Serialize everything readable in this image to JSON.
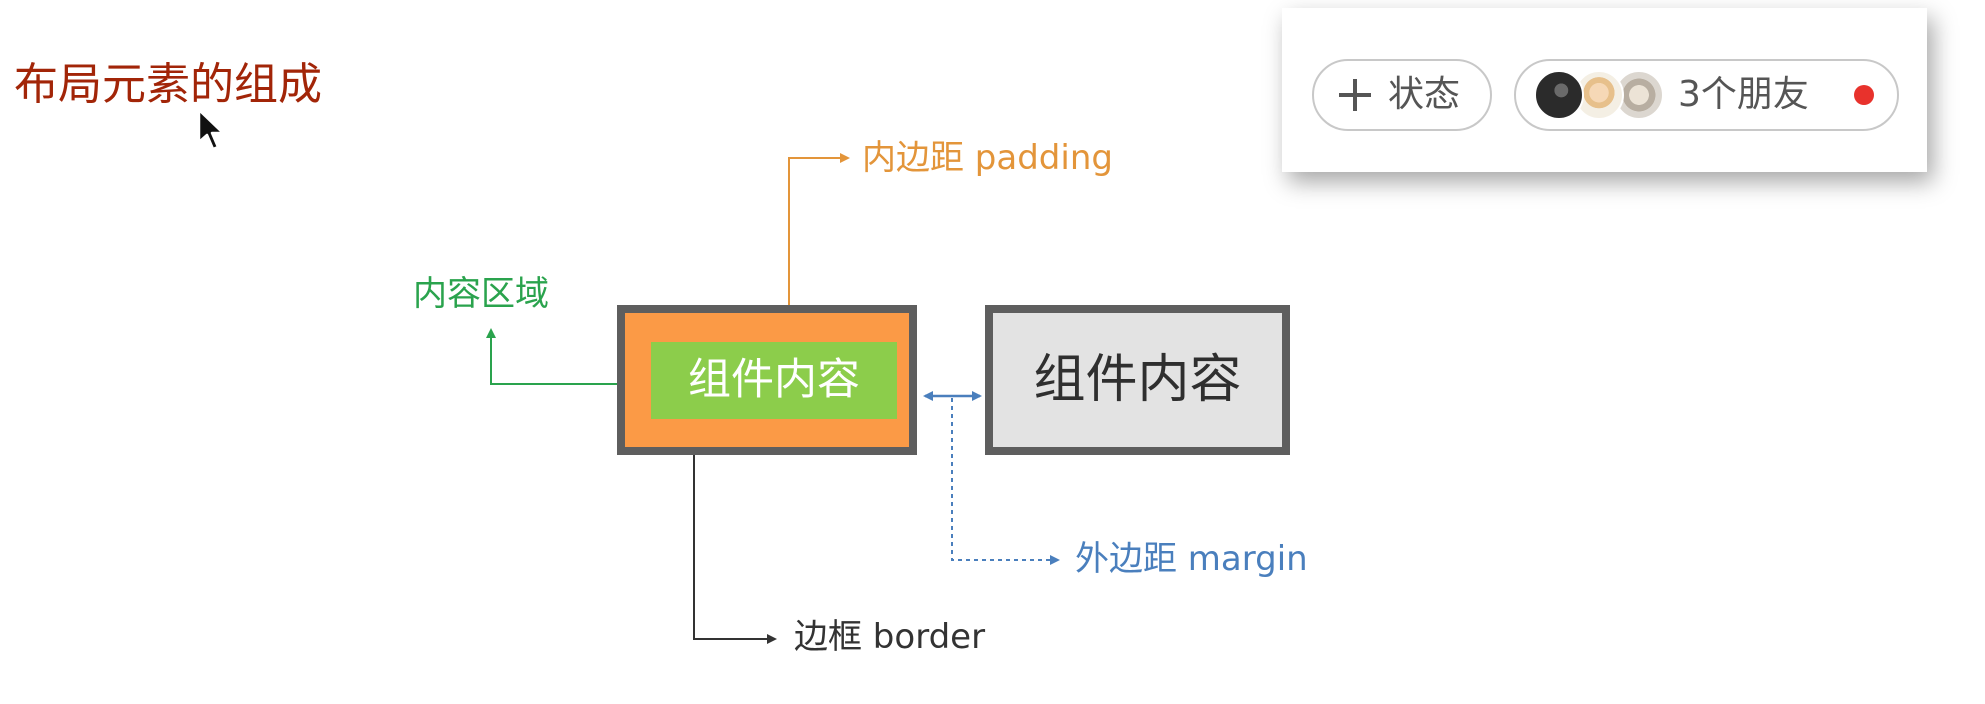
{
  "title": "布局元素的组成",
  "diagram": {
    "padding_label": "内边距 padding",
    "content_area_label": "内容区域",
    "margin_label": "外边距 margin",
    "border_label": "边框 border",
    "left_component_text": "组件内容",
    "right_component_text": "组件内容"
  },
  "popup": {
    "status_button_label": "状态",
    "friends_label": "3个朋友",
    "avatars": [
      "avatar-1",
      "avatar-2",
      "avatar-3"
    ]
  },
  "colors": {
    "title": "#a22508",
    "padding": "#e3953a",
    "content": "#2aa34d",
    "margin": "#4a7fbd",
    "border": "#5e5e5e",
    "orange_fill": "#fb9a46",
    "green_fill": "#8ccd4b",
    "gray_fill": "#e3e3e3",
    "notification_dot": "#e8322c"
  },
  "icons": {
    "plus": "plus-icon",
    "cursor": "mouse-cursor-icon",
    "notification": "notification-dot-icon"
  }
}
